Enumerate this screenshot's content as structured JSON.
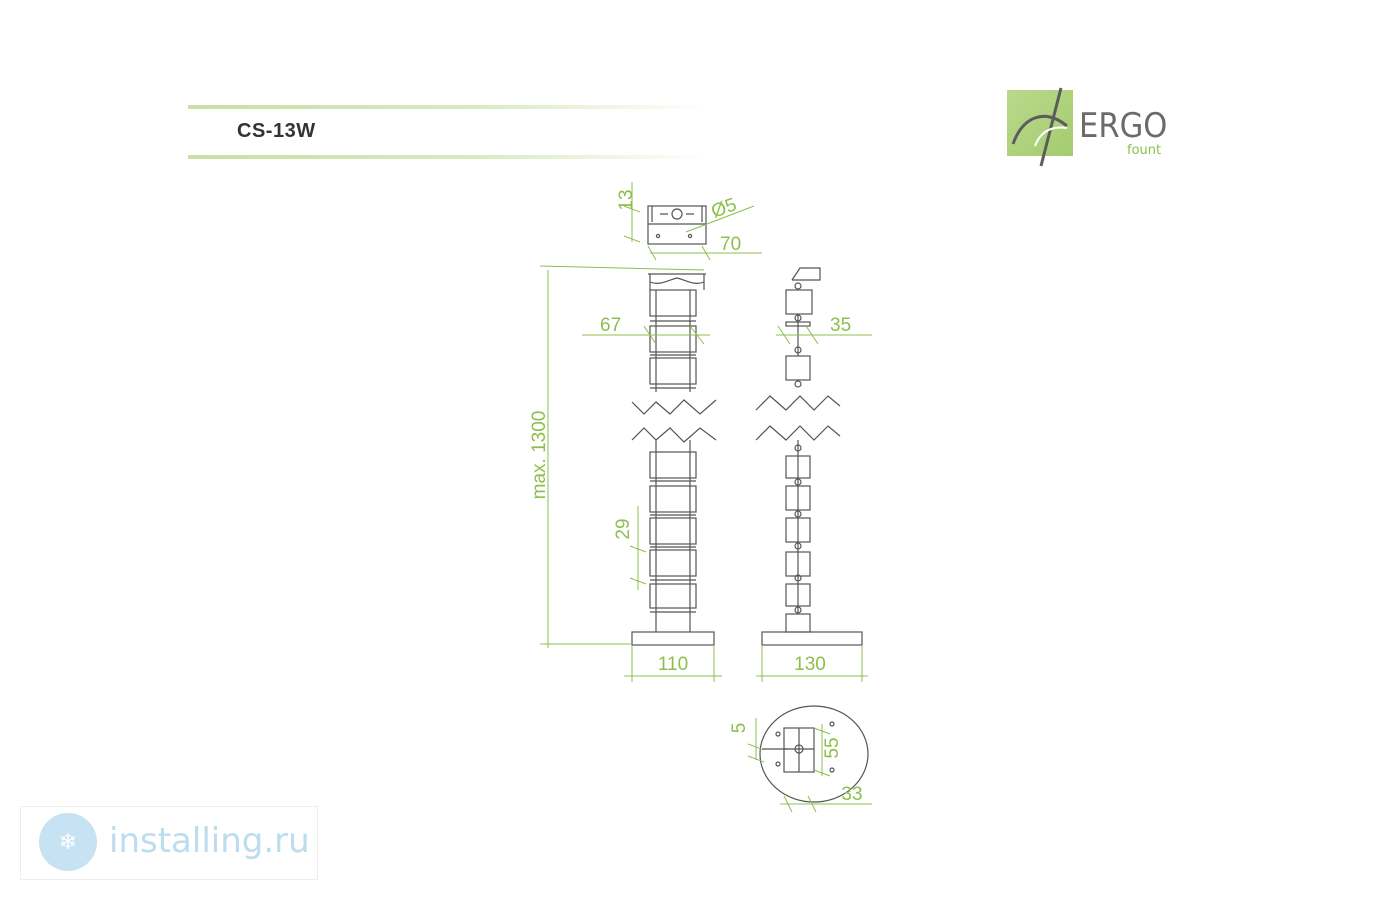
{
  "header": {
    "model": "CS-13W"
  },
  "brand": {
    "name": "ERGO",
    "sub": "fount"
  },
  "dimensions": {
    "top_view_depth": "13",
    "hole_diameter": "Ø5",
    "top_view_width": "70",
    "max_height": "max. 1300",
    "module_width_front": "67",
    "module_width_side": "35",
    "module_height": "29",
    "base_width_front": "110",
    "base_width_side": "130",
    "base_offset": "5",
    "base_plate_inner": "55",
    "base_plate_offset": "33"
  },
  "watermark": {
    "text": "installing.ru"
  },
  "colors": {
    "dimension": "#8cbf4c",
    "line": "#555555",
    "accent": "#c7e0a3"
  }
}
